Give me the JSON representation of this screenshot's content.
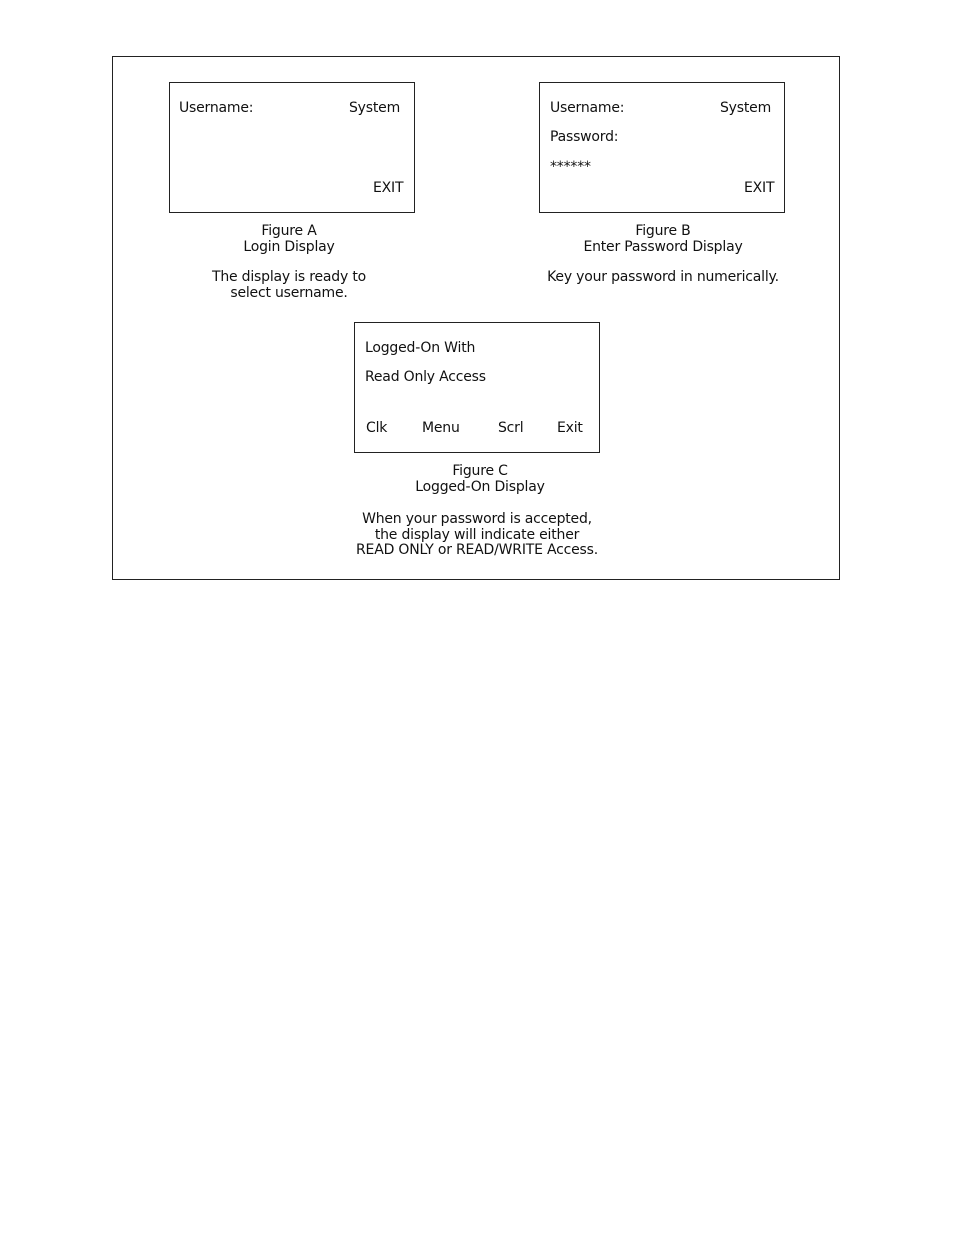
{
  "figure_a": {
    "screen": {
      "username_label": "Username:",
      "username_value": "System",
      "exit": "EXIT"
    },
    "caption": {
      "title": "Figure A",
      "subtitle": "Login Display",
      "note_line1": "The display is ready to",
      "note_line2": "select username."
    }
  },
  "figure_b": {
    "screen": {
      "username_label": "Username:",
      "username_value": "System",
      "password_label": "Password:",
      "password_mask": "******",
      "exit": "EXIT"
    },
    "caption": {
      "title": "Figure B",
      "subtitle": "Enter Password Display",
      "note_line1": "Key your password in numerically."
    }
  },
  "figure_c": {
    "screen": {
      "line1": "Logged-On With",
      "line2": "Read Only Access",
      "softkeys": [
        "Clk",
        "Menu",
        "Scrl",
        "Exit"
      ]
    },
    "caption": {
      "title": "Figure C",
      "subtitle": "Logged-On Display",
      "note_line1": "When your password is accepted,",
      "note_line2": "the display will indicate either",
      "note_line3": "READ ONLY or READ/WRITE Access."
    }
  }
}
